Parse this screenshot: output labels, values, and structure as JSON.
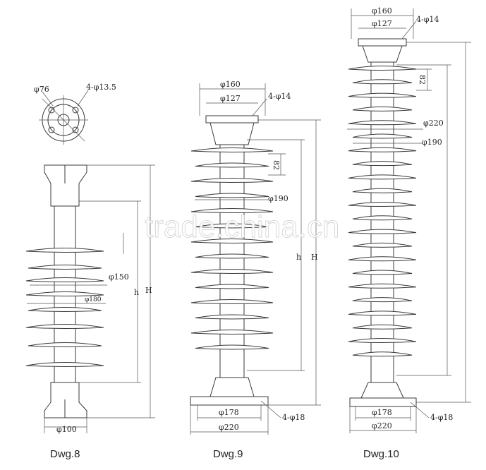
{
  "drawings": [
    {
      "caption": "Dwg.8",
      "labels": {
        "flange_dia": "φ76",
        "bolt_holes": "4-φ13.5",
        "shed_small": "φ150",
        "shed_large": "φ180",
        "height_h": "h",
        "height_H": "H",
        "base_dia": "φ100"
      }
    },
    {
      "caption": "Dwg.9",
      "labels": {
        "top_outer": "φ160",
        "top_inner": "φ127",
        "top_holes": "4-φ14",
        "pitch": "82",
        "shed": "φ190",
        "height_h": "h",
        "height_H": "H",
        "base_inner": "φ178",
        "base_outer": "φ220",
        "base_holes": "4-φ18"
      }
    },
    {
      "caption": "Dwg.10",
      "labels": {
        "top_outer": "φ160",
        "top_inner": "φ127",
        "top_holes": "4-φ14",
        "pitch": "82",
        "shed_large": "φ220",
        "shed_small": "φ190",
        "base_inner": "φ178",
        "base_outer": "φ220",
        "base_holes": "4-φ18"
      }
    }
  ],
  "watermark": "trade.china.cn"
}
